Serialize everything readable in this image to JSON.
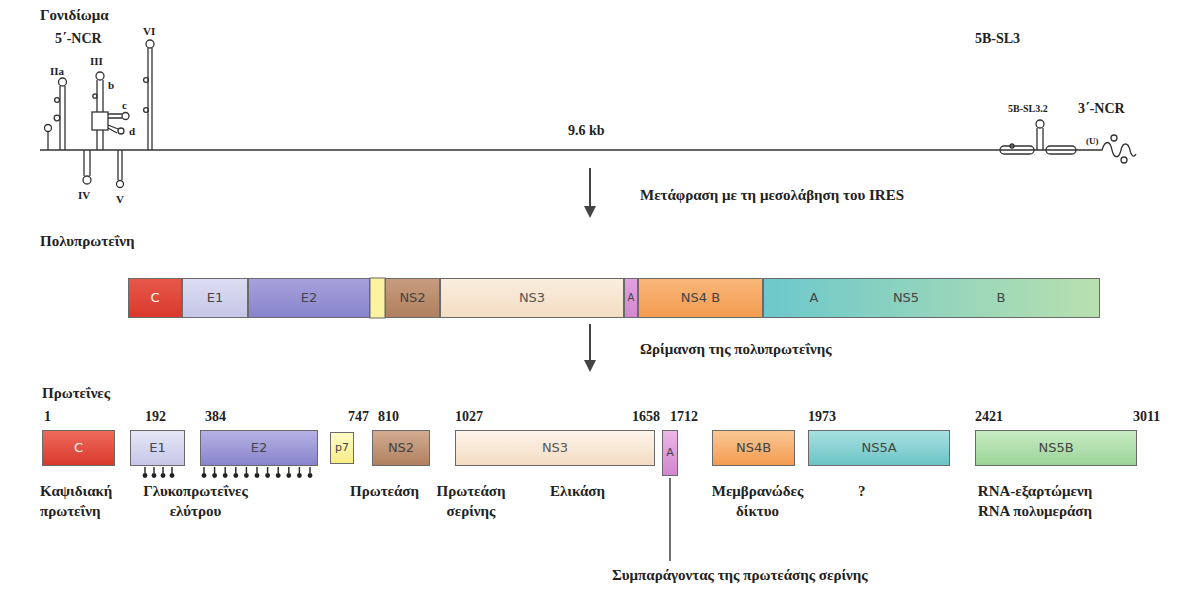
{
  "diagram": {
    "nodes": [
      {
        "text": [
          "C"
        ]
      },
      {
        "text": [
          "E1"
        ]
      },
      {
        "text": [
          "E2"
        ]
      },
      {
        "text": [
          "NS2"
        ]
      },
      {
        "text": [
          "NS3"
        ]
      },
      {
        "text": [
          "A"
        ]
      },
      {
        "text": [
          "NS4 B"
        ]
      },
      {
        "text": [
          "A",
          "NS5",
          "B"
        ]
      },
      {
        "text": [
          "C"
        ]
      },
      {
        "text": [
          "E1"
        ]
      },
      {
        "text": [
          "E2"
        ]
      },
      {
        "text": [
          "p7"
        ]
      },
      {
        "text": [
          "NS2"
        ]
      },
      {
        "text": [
          "NS3"
        ]
      },
      {
        "text": [
          "A"
        ]
      },
      {
        "text": [
          "NS4B"
        ]
      },
      {
        "text": [
          "NS5A"
        ]
      },
      {
        "text": [
          "NS5B"
        ]
      }
    ],
    "labels": [
      "Γονιδίωμα",
      "5΄-NCR",
      "III",
      "IIa",
      "b",
      "c",
      "d",
      "IV",
      "V",
      "VI",
      "5B-SL3",
      "5B-SL3.2",
      "3΄-NCR",
      "(U)",
      "9.6 kb",
      "Μετάφραση με τη μεσολάβηση του IRES",
      "Πολυπρωτεΐνη",
      "Ωρίμανση της πολυπρωτεΐνης",
      "Πρωτεΐνες",
      "1",
      "192",
      "384",
      "747",
      "810",
      "1027",
      "1658",
      "1712",
      "1973",
      "2421",
      "3011",
      "Καψιδιακή πρωτεΐνη",
      "Γλυκοπρωτεΐνες ελύτρου",
      "Πρωτεάση",
      "Πρωτεάση σερίνης",
      "Ελικάση",
      "Μεμβρανώδες δίκτυο",
      "?",
      "RNA-εξαρτώμενη RNA πολυμεράση",
      "Συμπαράγοντας της πρωτεάσης σερίνης"
    ]
  }
}
